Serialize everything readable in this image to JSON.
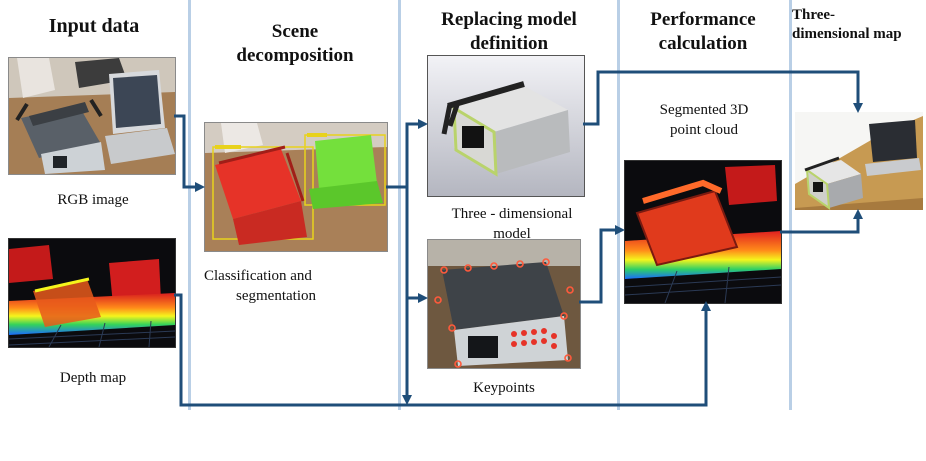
{
  "headers": {
    "input": "Input data",
    "scene_line1": "Scene",
    "scene_line2": "decomposition",
    "replace_line1": "Replacing model",
    "replace_line2": "definition",
    "perf_line1": "Performance",
    "perf_line2": "calculation",
    "map_line1": "Three-",
    "map_line2": "dimensional map"
  },
  "labels": {
    "rgb": "RGB image",
    "depth": "Depth map",
    "classif_line1": "Classification and",
    "classif_line2": "segmentation",
    "model_line1": "Three - dimensional",
    "model_line2": "model",
    "keypoints": "Keypoints",
    "cloud_line1": "Segmented 3D",
    "cloud_line2": "point cloud"
  },
  "colors": {
    "arrow": "#1f4e79",
    "divider": "#b9cfe6",
    "seg_red": "#e63328",
    "seg_green": "#74e03c",
    "bbox_yellow": "#e8d21c"
  }
}
